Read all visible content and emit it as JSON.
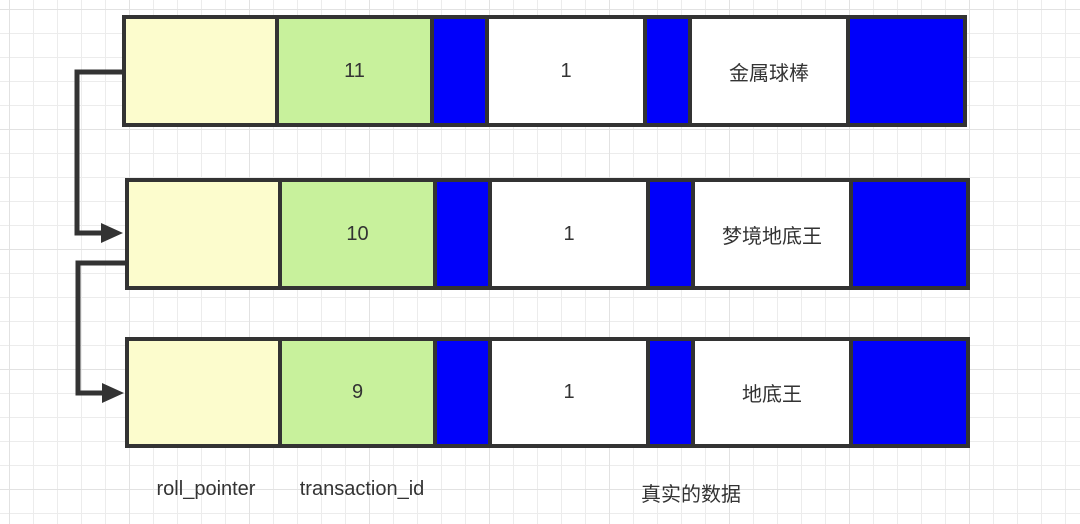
{
  "diagram": {
    "description": "mvcc-version-chain",
    "rows": [
      {
        "transaction_id": "11",
        "key_value": "1",
        "data_value": "金属球棒"
      },
      {
        "transaction_id": "10",
        "key_value": "1",
        "data_value": "梦境地底王"
      },
      {
        "transaction_id": "9",
        "key_value": "1",
        "data_value": "地底王"
      }
    ],
    "labels": {
      "roll_pointer": "roll_pointer",
      "transaction_id": "transaction_id",
      "real_data": "真实的数据"
    },
    "colors": {
      "roll_pointer_cell": "#fcfccd",
      "transaction_id_cell": "#c8f19c",
      "separator_cell": "#0000fa",
      "border": "#333333",
      "text": "#333333"
    }
  }
}
